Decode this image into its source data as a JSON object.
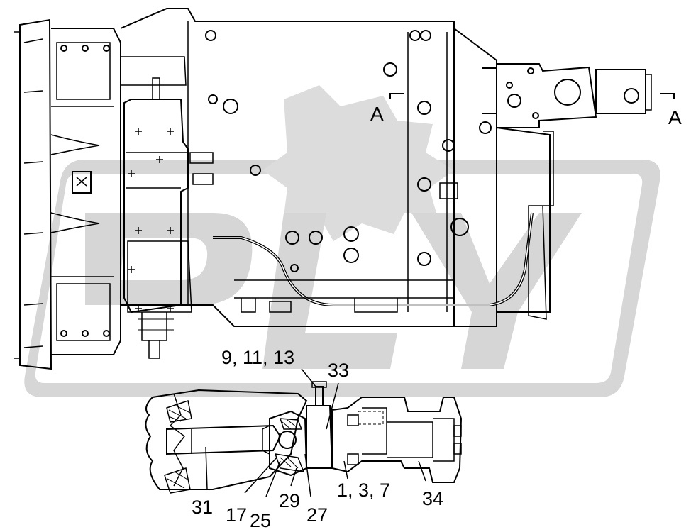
{
  "section_marks": {
    "left": "A",
    "right": "A"
  },
  "callouts": {
    "c9_11_13": "9, 11, 13",
    "c33": "33",
    "c31": "31",
    "c17": "17",
    "c25": "25",
    "c29": "29",
    "c27": "27",
    "c1_3_7": "1, 3, 7",
    "c34": "34"
  },
  "colors": {
    "line": "#000000",
    "watermark": "#d3d3d3",
    "background": "#ffffff"
  }
}
